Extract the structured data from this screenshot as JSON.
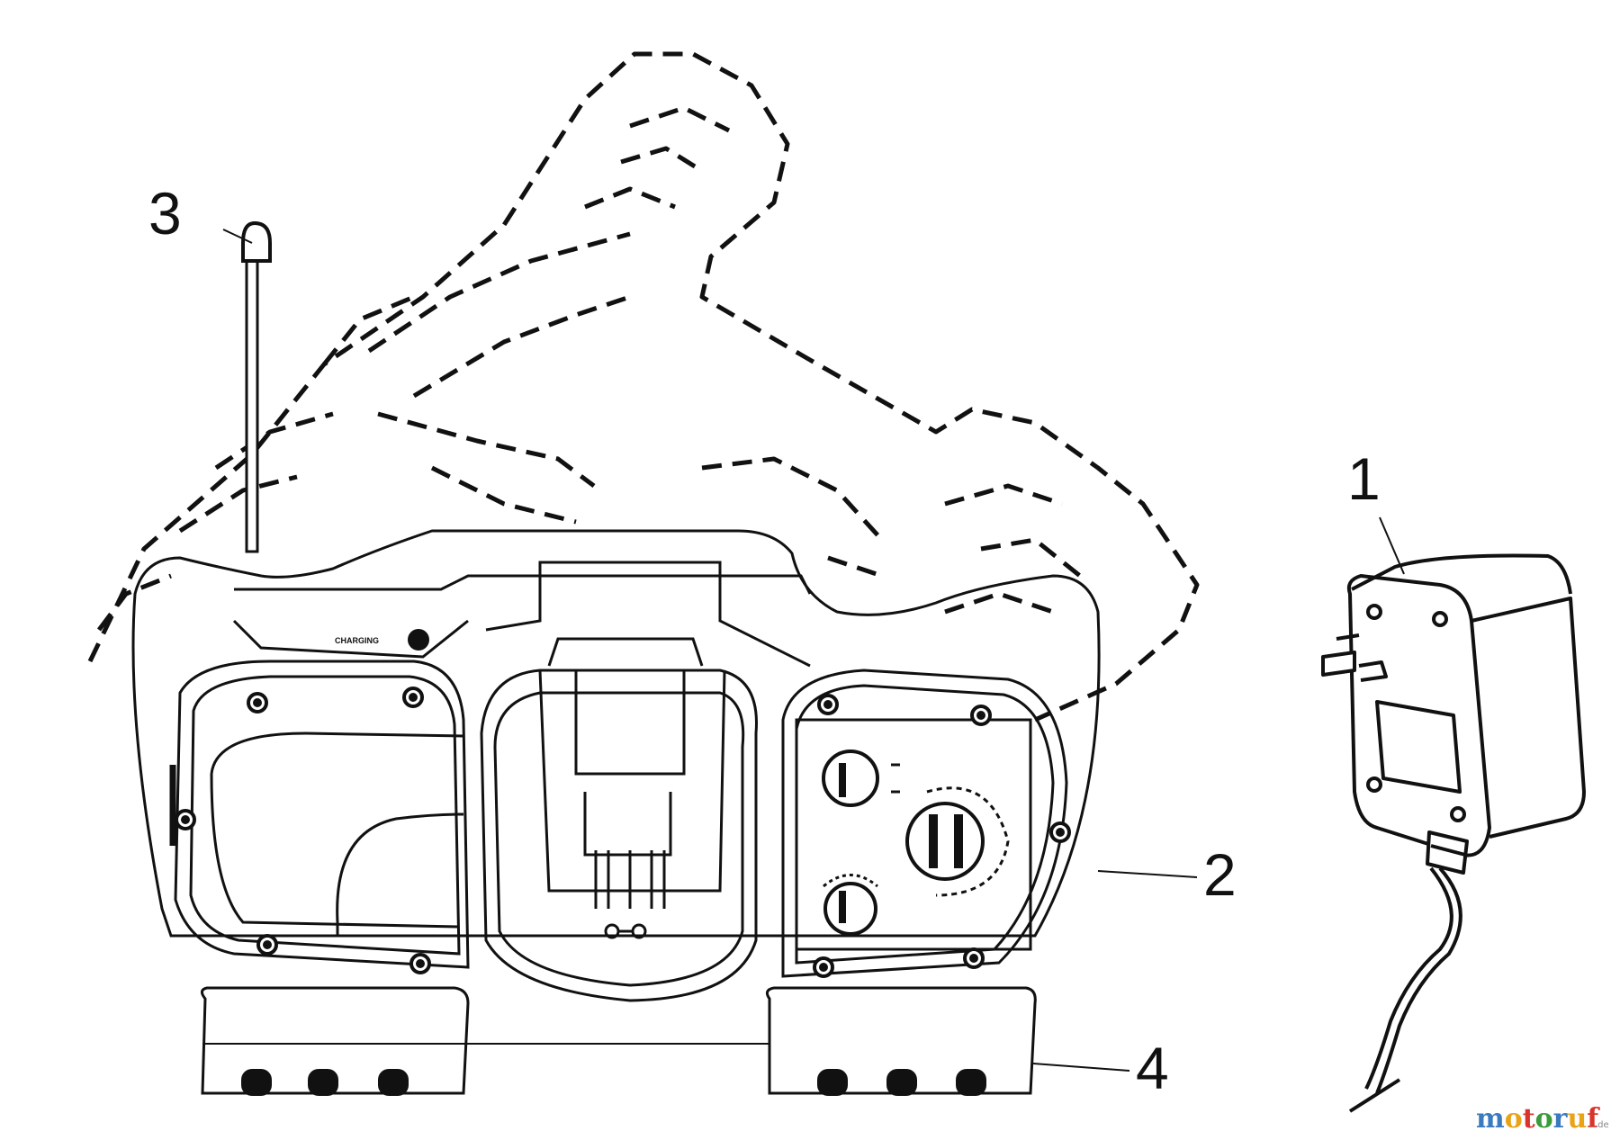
{
  "callouts": [
    {
      "id": "1",
      "label": "1"
    },
    {
      "id": "2",
      "label": "2"
    },
    {
      "id": "3",
      "label": "3"
    },
    {
      "id": "4",
      "label": "4"
    }
  ],
  "panel": {
    "charging_label": "CHARGING"
  },
  "watermark": {
    "letters": [
      "m",
      "o",
      "t",
      "o",
      "r",
      "u",
      "f"
    ],
    "colors": [
      "#3a7abf",
      "#e8a317",
      "#d9342b",
      "#3a9b3a",
      "#3a7abf",
      "#e8a317",
      "#d9342b"
    ],
    "suffix": ".de"
  }
}
